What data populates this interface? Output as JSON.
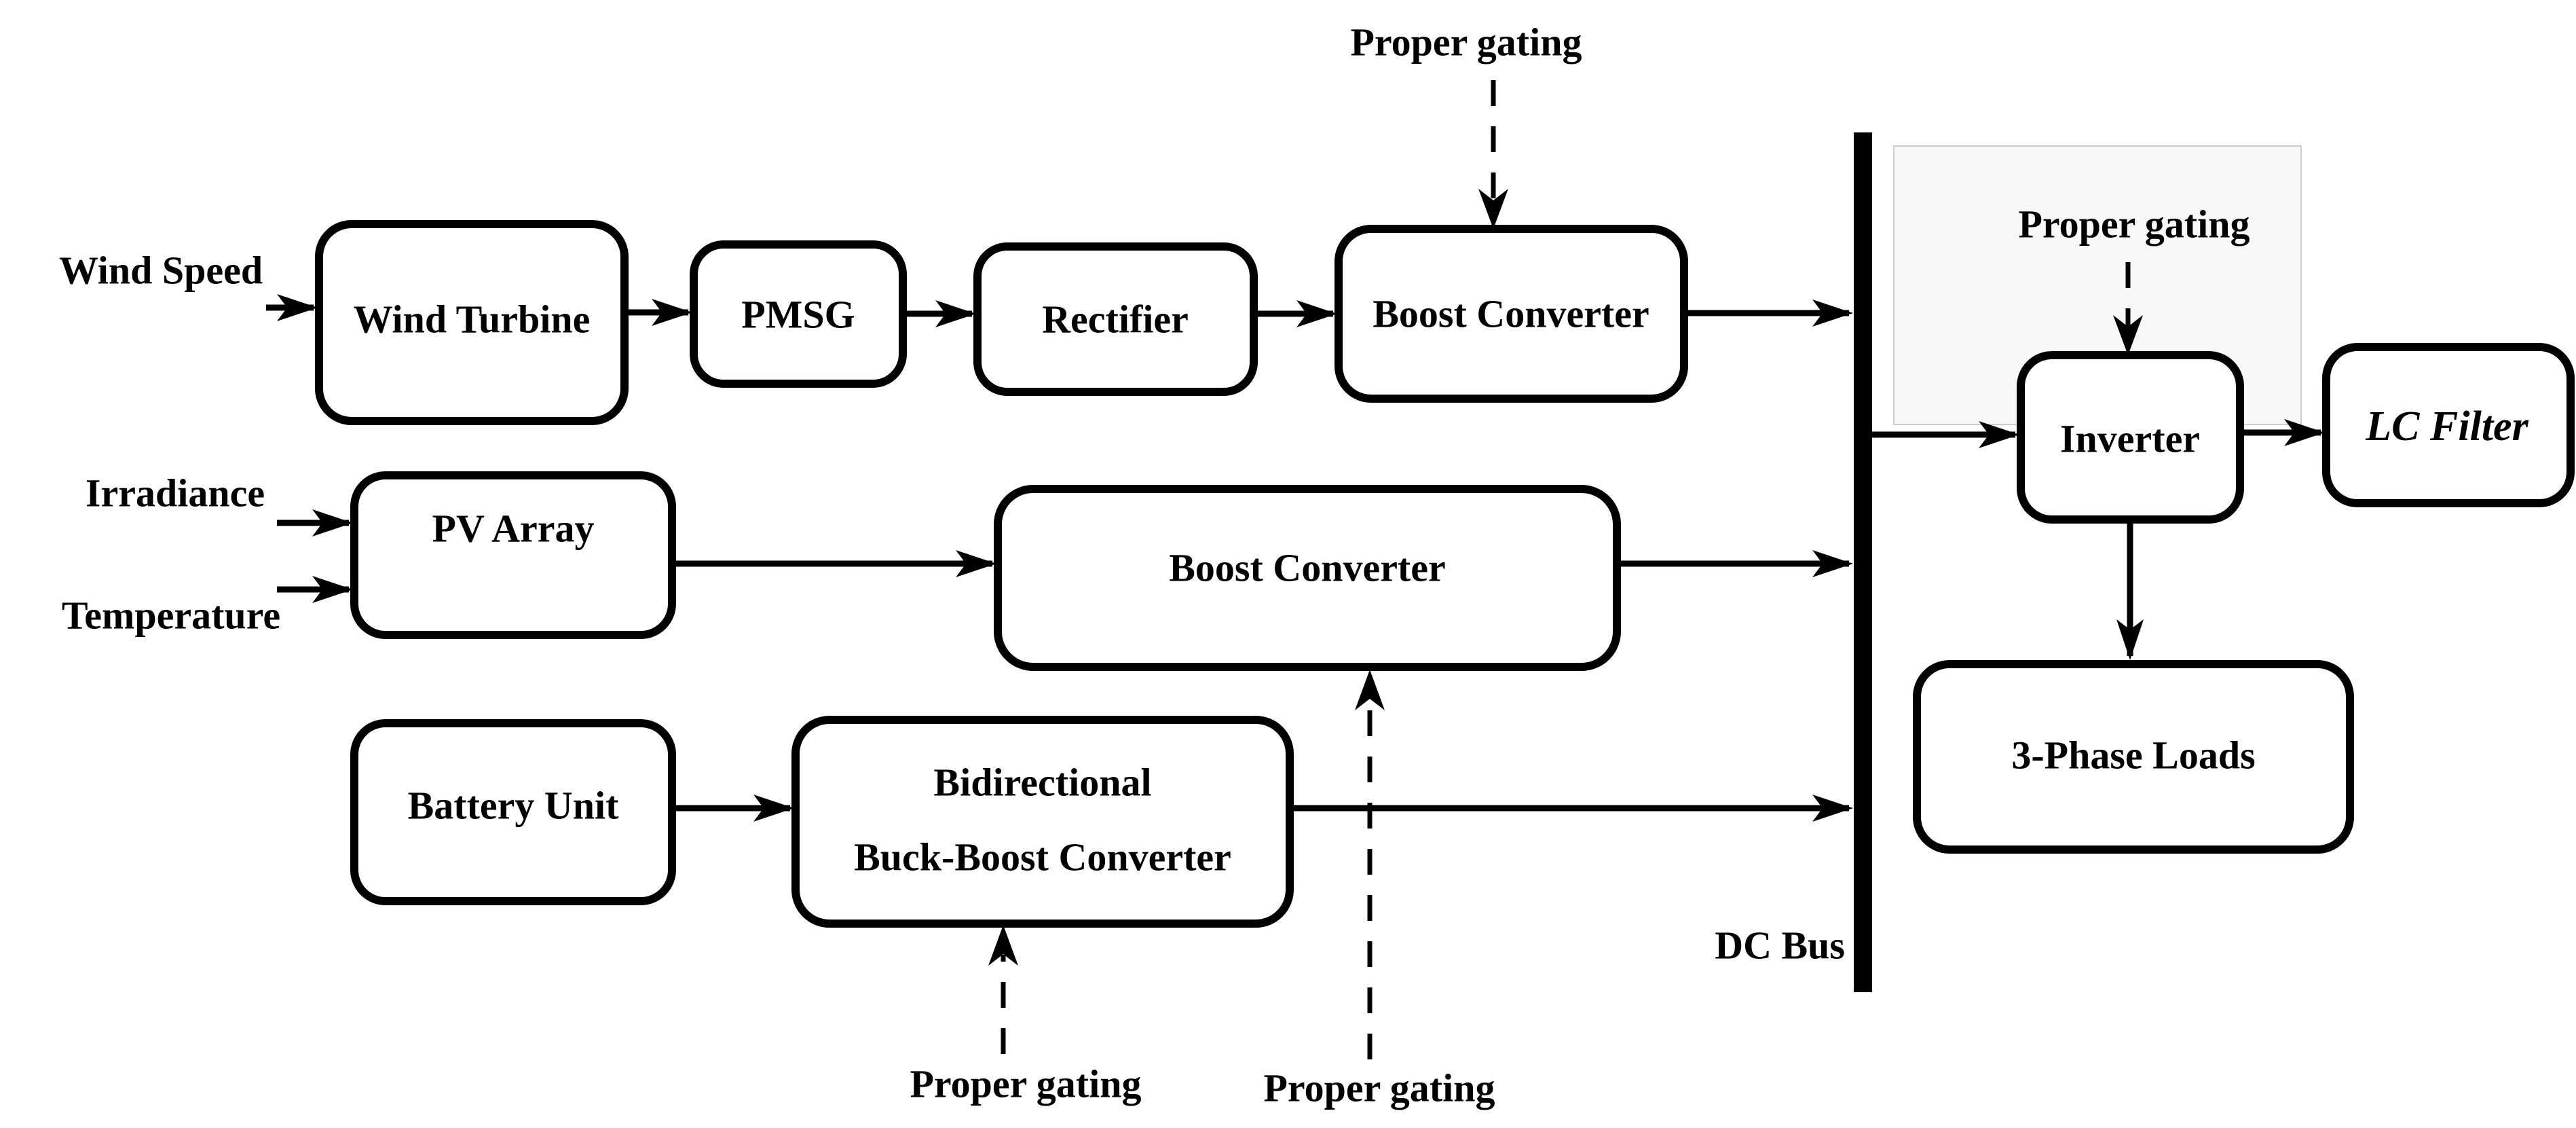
{
  "colors": {
    "ink": "#000000",
    "background": "#ffffff",
    "artifact_fill": "#f8f8f8",
    "artifact_border": "#cccccc"
  },
  "inputs": {
    "wind_speed": "Wind Speed",
    "irradiance": "Irradiance",
    "temperature": "Temperature"
  },
  "nodes": {
    "wind_turbine": "Wind Turbine",
    "pmsg": "PMSG",
    "rectifier": "Rectifier",
    "wind_boost_converter": "Boost Converter",
    "pv_array": "PV Array",
    "pv_boost_converter": "Boost Converter",
    "battery_unit": "Battery Unit",
    "bidirectional_converter_line1": "Bidirectional",
    "bidirectional_converter_line2": "Buck-Boost Converter",
    "inverter": "Inverter",
    "lc_filter": "LC Filter",
    "three_phase_loads": "3-Phase Loads"
  },
  "labels": {
    "dc_bus": "DC Bus",
    "gating_wind_boost": "Proper gating",
    "gating_inverter": "Proper gating",
    "gating_battery_converter": "Proper gating",
    "gating_pv_boost": "Proper gating"
  },
  "edges": [
    {
      "from": "wind_speed_input",
      "to": "wind_turbine",
      "style": "solid"
    },
    {
      "from": "wind_turbine",
      "to": "pmsg",
      "style": "solid"
    },
    {
      "from": "pmsg",
      "to": "rectifier",
      "style": "solid"
    },
    {
      "from": "rectifier",
      "to": "wind_boost_converter",
      "style": "solid"
    },
    {
      "from": "wind_boost_converter",
      "to": "dc_bus",
      "style": "solid"
    },
    {
      "from": "irradiance_input",
      "to": "pv_array",
      "style": "solid"
    },
    {
      "from": "temperature_input",
      "to": "pv_array",
      "style": "solid"
    },
    {
      "from": "pv_array",
      "to": "pv_boost_converter",
      "style": "solid"
    },
    {
      "from": "pv_boost_converter",
      "to": "dc_bus",
      "style": "solid"
    },
    {
      "from": "battery_unit",
      "to": "bidirectional_converter",
      "style": "solid"
    },
    {
      "from": "bidirectional_converter",
      "to": "dc_bus",
      "style": "solid"
    },
    {
      "from": "dc_bus",
      "to": "inverter",
      "style": "solid"
    },
    {
      "from": "inverter",
      "to": "lc_filter",
      "style": "solid"
    },
    {
      "from": "inverter",
      "to": "three_phase_loads",
      "style": "solid"
    },
    {
      "from": "gating_wind_boost",
      "to": "wind_boost_converter",
      "style": "dashed"
    },
    {
      "from": "gating_inverter",
      "to": "inverter",
      "style": "dashed"
    },
    {
      "from": "gating_battery_converter",
      "to": "bidirectional_converter",
      "style": "dashed"
    },
    {
      "from": "gating_pv_boost",
      "to": "pv_boost_converter",
      "style": "dashed"
    }
  ]
}
